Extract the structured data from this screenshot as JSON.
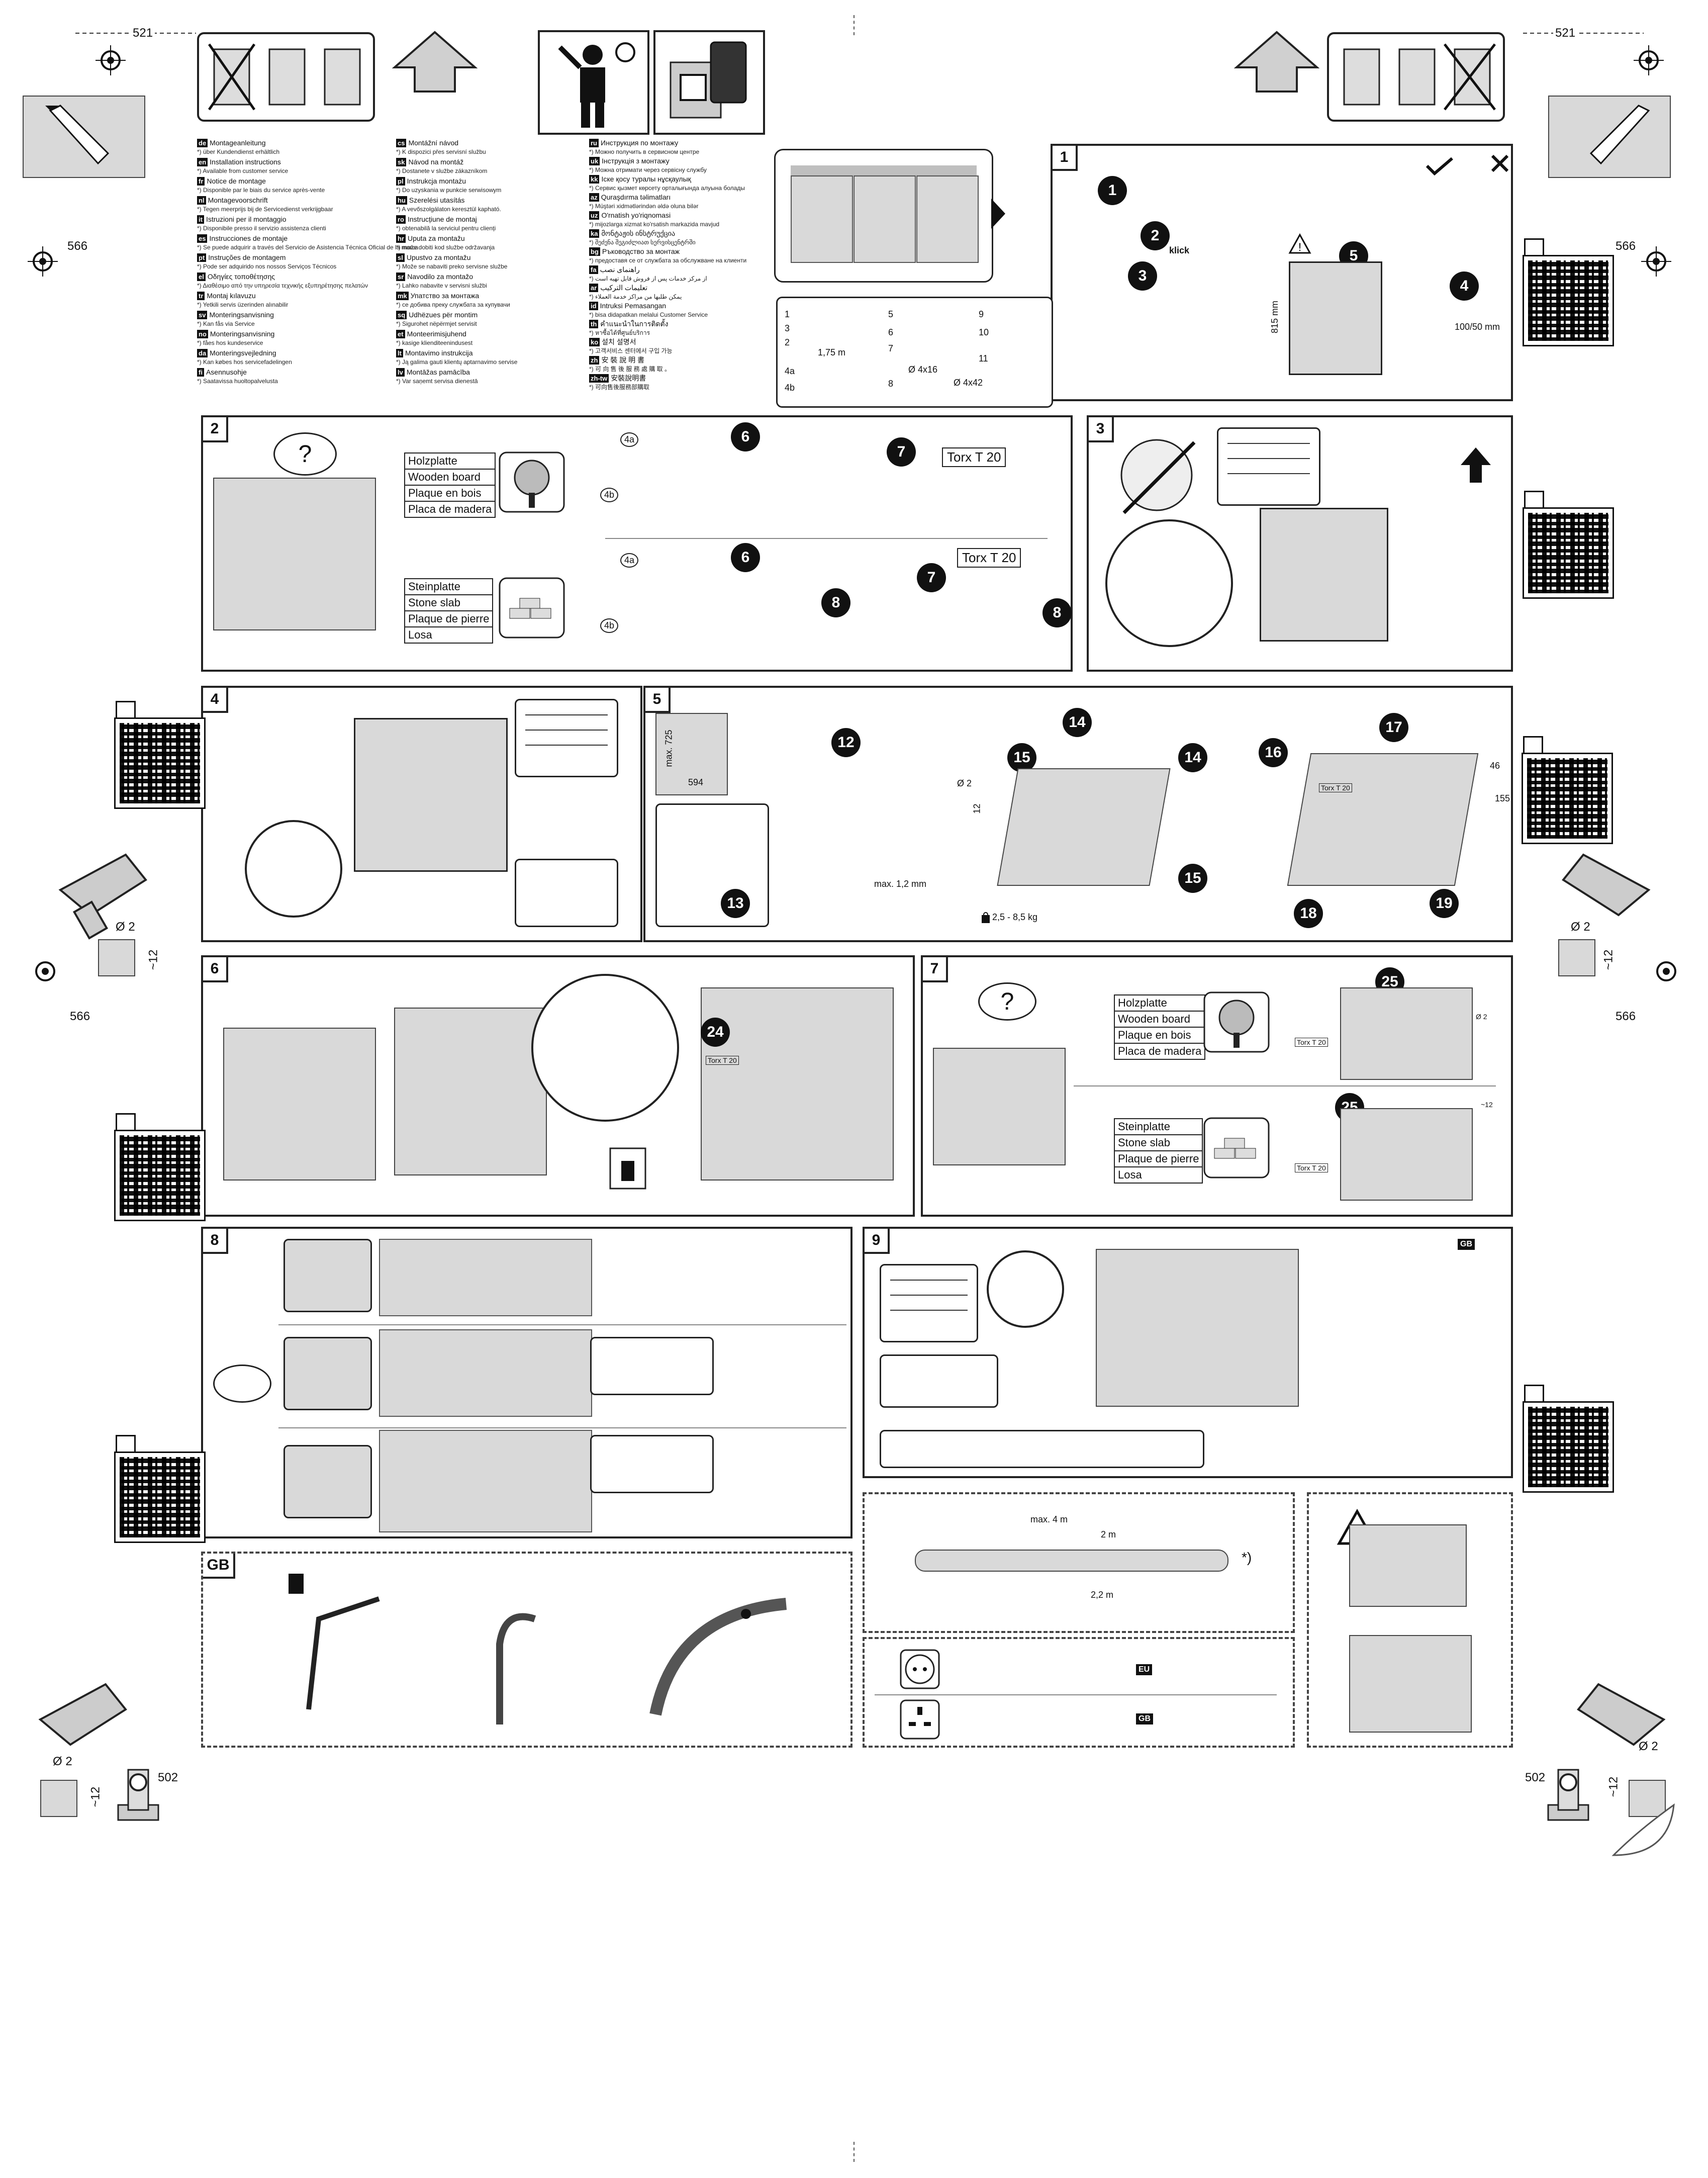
{
  "page": {
    "dimension_marks": [
      "521",
      "521",
      "566",
      "566",
      "566",
      "566",
      "502",
      "502"
    ],
    "drill_symbol": "Ø 2",
    "drill_depth": "~12"
  },
  "languages": {
    "col1": [
      {
        "code": "de",
        "title": "Montageanleitung",
        "note": "*) über Kundendienst erhältlich"
      },
      {
        "code": "en",
        "title": "Installation instructions",
        "note": "*) Available from customer service"
      },
      {
        "code": "fr",
        "title": "Notice de montage",
        "note": "*) Disponible par le biais du service après-vente"
      },
      {
        "code": "nl",
        "title": "Montagevoorschrift",
        "note": "*) Tegen meerprijs bij de Servicedienst verkrijgbaar"
      },
      {
        "code": "it",
        "title": "Istruzioni per il montaggio",
        "note": "*) Disponibile presso il servizio assistenza clienti"
      },
      {
        "code": "es",
        "title": "Instrucciones de montaje",
        "note": "*) Se puede adquirir a través del Servicio de Asistencia Técnica Oficial de la marca"
      },
      {
        "code": "pt",
        "title": "Instruções de montagem",
        "note": "*) Pode ser adquirido nos nossos Serviços Técnicos"
      },
      {
        "code": "el",
        "title": "Οδηγίες τοποθέτησης",
        "note": "*) Διαθέσιμο από την υπηρεσία τεχνικής εξυπηρέτησης πελατών"
      },
      {
        "code": "tr",
        "title": "Montaj kılavuzu",
        "note": "*) Yetkili servis üzerinden alınabilir"
      },
      {
        "code": "sv",
        "title": "Monteringsanvisning",
        "note": "*) Kan fås via Service"
      },
      {
        "code": "no",
        "title": "Monteringsanvisning",
        "note": "*) fåes hos kundeservice"
      },
      {
        "code": "da",
        "title": "Monteringsvejledning",
        "note": "*) Kan købes hos servicefadelingen"
      },
      {
        "code": "fi",
        "title": "Asennusohje",
        "note": "*) Saatavissa huoltopalvelusta"
      }
    ],
    "col2": [
      {
        "code": "cs",
        "title": "Montážní návod",
        "note": "*) K dispozici přes servisní službu"
      },
      {
        "code": "sk",
        "title": "Návod na montáž",
        "note": "*) Dostanete v službe zákazníkom"
      },
      {
        "code": "pl",
        "title": "Instrukcja montażu",
        "note": "*) Do uzyskania w punkcie serwisowym"
      },
      {
        "code": "hu",
        "title": "Szerelési utasítás",
        "note": "*) A vevőszolgálaton keresztül kapható."
      },
      {
        "code": "ro",
        "title": "Instrucțiune de montaj",
        "note": "*) obtenabilă la serviciul pentru clienți"
      },
      {
        "code": "hr",
        "title": "Uputa za montažu",
        "note": "*) može dobiti kod službe održavanja"
      },
      {
        "code": "sl",
        "title": "Upustvo za montažu",
        "note": "*) Može se nabaviti preko servisne službe"
      },
      {
        "code": "sr",
        "title": "Navodilo za montažo",
        "note": "*) Lahko nabavite v servisni službi"
      },
      {
        "code": "mk",
        "title": "Упатство за монтажа",
        "note": "*) се добива преку службата за купувачи"
      },
      {
        "code": "sq",
        "title": "Udhëzues për montim",
        "note": "*) Sigurohet nëpërmjet servisit"
      },
      {
        "code": "et",
        "title": "Monteerimisjuhend",
        "note": "*) kasige klienditeenindusest"
      },
      {
        "code": "lt",
        "title": "Montavimo instrukcija",
        "note": "*) Ją galima gauti klientų aptarnavimo servise"
      },
      {
        "code": "lv",
        "title": "Montāžas pamācība",
        "note": "*) Var saņemt servisa dienestā"
      }
    ],
    "col3": [
      {
        "code": "ru",
        "title": "Инструкция по монтажу",
        "note": "*) Можно получить в сервисном центре"
      },
      {
        "code": "uk",
        "title": "Інструкція з монтажу",
        "note": "*) Можна отримати через сервісну службу"
      },
      {
        "code": "kk",
        "title": "Іске қосу туралы нұсқаулық",
        "note": "*) Сервис қызмет көрсету орталығында алуына болады"
      },
      {
        "code": "az",
        "title": "Quraşdırma təlimatları",
        "note": "*) Müştəri xidmətlərindən əldə oluna bilər"
      },
      {
        "code": "uz",
        "title": "O'rnatish yo'riqnomasi",
        "note": "*) mijozlarga xizmat ko'rsatish markazida mavjud"
      },
      {
        "code": "ka",
        "title": "მონტაჟის ინსტრუქცია",
        "note": "*) შეძენა შეგიძლიათ სერვისცენტრში"
      },
      {
        "code": "bg",
        "title": "Ръководство за монтаж",
        "note": "*) предоставя се от службата за обслужване на клиенти"
      },
      {
        "code": "fa",
        "title": "راهنمای نصب",
        "note": "*) از مرکز خدمات پس از فروش قابل تهیه است"
      },
      {
        "code": "ar",
        "title": "تعليمات التركيب",
        "note": "*) يمكن طلبها من مراكز خدمة العملاء"
      },
      {
        "code": "id",
        "title": "Intruksi Pemasangan",
        "note": "*) bisa didapatkan melalui Customer Service"
      },
      {
        "code": "th",
        "title": "คำแนะนำในการติดตั้ง",
        "note": "*) หาซื้อได้ที่ศูนย์บริการ"
      },
      {
        "code": "ko",
        "title": "설치 설명서",
        "note": "*) 고객서비스 센터에서 구입 가능"
      },
      {
        "code": "zh",
        "title": "安 裝 說 明 書",
        "note": "*) 可 向 售 後 服 務 處 購 取 。"
      },
      {
        "code": "zh-tw",
        "title": "安裝說明書",
        "note": "*) 可向售後服務部購取"
      }
    ]
  },
  "panel1": {
    "number": "1",
    "accessories": [
      "1",
      "2",
      "3",
      "4a",
      "4b",
      "5",
      "6",
      "7",
      "8",
      "9",
      "10",
      "11"
    ],
    "hose_length": "1,75 m",
    "screw_a": "Ø 4x16",
    "screw_b": "Ø 4x42",
    "steps": [
      "1",
      "2",
      "3",
      "4",
      "5"
    ],
    "klick": "klick",
    "height": "815 mm",
    "gap": "100/50 mm"
  },
  "panel2": {
    "number": "2",
    "wood_labels": [
      "Holzplatte",
      "Wooden board",
      "Plaque en bois",
      "Placa de madera"
    ],
    "stone_labels": [
      "Steinplatte",
      "Stone slab",
      "Plaque de pierre",
      "Losa"
    ],
    "torx": "Torx T 20",
    "steps": [
      "4a",
      "4b",
      "6",
      "7",
      "8"
    ]
  },
  "panel3": {
    "number": "3"
  },
  "panel4": {
    "number": "4"
  },
  "panel5": {
    "number": "5",
    "max_height": "max. 725",
    "width": "594",
    "drill": "Ø 2",
    "depth": "12",
    "gap": "max. 1,2 mm",
    "weight": "2,5 - 8,5 kg",
    "dim_a": "46",
    "dim_b": "155",
    "steps": [
      "12",
      "13",
      "14",
      "15",
      "16",
      "17",
      "18",
      "19"
    ],
    "torx": "Torx T 20"
  },
  "panel6": {
    "number": "6",
    "steps": [
      "24"
    ],
    "torx": "Torx T 20"
  },
  "panel7": {
    "number": "7",
    "wood_labels": [
      "Holzplatte",
      "Wooden board",
      "Plaque en bois",
      "Placa de madera"
    ],
    "stone_labels": [
      "Steinplatte",
      "Stone slab",
      "Plaque de pierre",
      "Losa"
    ],
    "torx": "Torx T 20",
    "steps": [
      "25"
    ],
    "drill": "Ø 2",
    "depth": "~12"
  },
  "panel8": {
    "number": "8"
  },
  "panel9": {
    "number": "9",
    "gb_label": "GB"
  },
  "panel_hose": {
    "max_len": "max. 4 m",
    "hose": "2 m",
    "total": "2,2 m",
    "note": "*)"
  },
  "panel_plugs": {
    "eu": "EU",
    "gb": "GB"
  },
  "panel_gb": {
    "label": "GB"
  }
}
